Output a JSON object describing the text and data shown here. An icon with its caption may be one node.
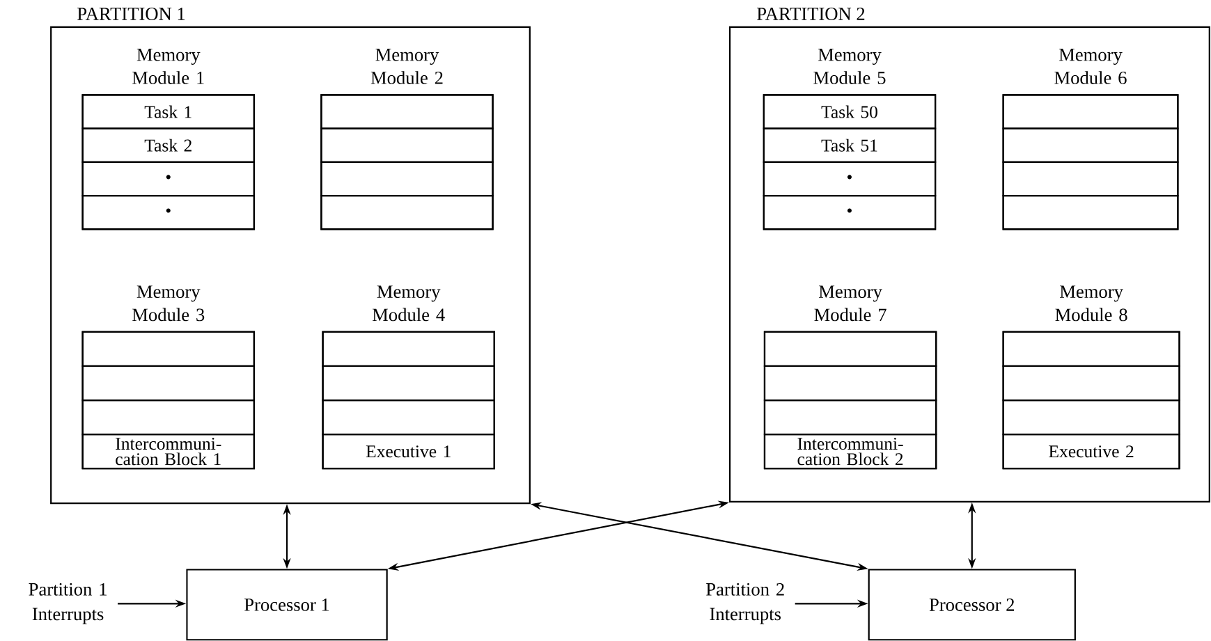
{
  "diagram": {
    "nodes": [
      {
        "text": [
          "PARTITION 1"
        ]
      },
      {
        "text": [
          "Memory Module 1"
        ],
        "in": 0
      },
      {
        "text": [
          "Task 1"
        ],
        "in": 1
      },
      {
        "text": [
          "Task 2"
        ],
        "in": 1
      },
      {
        "text": [
          "•"
        ],
        "in": 1
      },
      {
        "text": [
          "•"
        ],
        "in": 1
      },
      {
        "text": [
          "Memory Module 2"
        ],
        "in": 0
      },
      {
        "text": [],
        "shape": "box",
        "in": 6
      },
      {
        "text": [],
        "shape": "box",
        "in": 6
      },
      {
        "text": [],
        "shape": "box",
        "in": 6
      },
      {
        "text": [],
        "shape": "box",
        "in": 6
      },
      {
        "text": [
          "Memory Module 3"
        ],
        "in": 0
      },
      {
        "text": [],
        "shape": "box",
        "in": 11
      },
      {
        "text": [],
        "shape": "box",
        "in": 11
      },
      {
        "text": [],
        "shape": "box",
        "in": 11
      },
      {
        "text": [
          "Intercommuni- cation Block 1"
        ],
        "in": 11
      },
      {
        "text": [
          "Memory Module 4"
        ],
        "in": 0
      },
      {
        "text": [],
        "shape": "box",
        "in": 16
      },
      {
        "text": [],
        "shape": "box",
        "in": 16
      },
      {
        "text": [],
        "shape": "box",
        "in": 16
      },
      {
        "text": [
          "Executive 1"
        ],
        "in": 16
      },
      {
        "text": [
          "PARTITION 2"
        ]
      },
      {
        "text": [
          "Memory Module 5"
        ],
        "in": 21
      },
      {
        "text": [
          "Task 50"
        ],
        "in": 22
      },
      {
        "text": [
          "Task 51"
        ],
        "in": 22
      },
      {
        "text": [
          "•"
        ],
        "in": 22
      },
      {
        "text": [
          "•"
        ],
        "in": 22
      },
      {
        "text": [
          "Memory Module 6"
        ],
        "in": 21
      },
      {
        "text": [],
        "shape": "box",
        "in": 27
      },
      {
        "text": [],
        "shape": "box",
        "in": 27
      },
      {
        "text": [],
        "shape": "box",
        "in": 27
      },
      {
        "text": [],
        "shape": "box",
        "in": 27
      },
      {
        "text": [
          "Memory Module 7"
        ],
        "in": 21
      },
      {
        "text": [],
        "shape": "box",
        "in": 32
      },
      {
        "text": [],
        "shape": "box",
        "in": 32
      },
      {
        "text": [],
        "shape": "box",
        "in": 32
      },
      {
        "text": [
          "Intercommuni- cation Block 2"
        ],
        "in": 32
      },
      {
        "text": [
          "Memory Module 8"
        ],
        "in": 21
      },
      {
        "text": [],
        "shape": "box",
        "in": 37
      },
      {
        "text": [],
        "shape": "box",
        "in": 37
      },
      {
        "text": [],
        "shape": "box",
        "in": 37
      },
      {
        "text": [
          "Executive 2"
        ],
        "in": 37
      },
      {
        "text": [
          "Processor 1"
        ]
      },
      {
        "text": [
          "Processor 2"
        ]
      },
      {
        "text": [
          "Partition 1 Interrupts"
        ]
      },
      {
        "text": [
          "Partition 2 Interrupts"
        ]
      }
    ],
    "edges": [
      {
        "from": 44,
        "to": 42,
        "arrow": "to"
      },
      {
        "from": 45,
        "to": 43,
        "arrow": "to"
      },
      {
        "from": 0,
        "to": 42,
        "arrow": "both"
      },
      {
        "from": 21,
        "to": 43,
        "arrow": "both"
      },
      {
        "from": 42,
        "to": 21,
        "arrow": "both"
      },
      {
        "from": 43,
        "to": 0,
        "arrow": "both"
      }
    ]
  }
}
